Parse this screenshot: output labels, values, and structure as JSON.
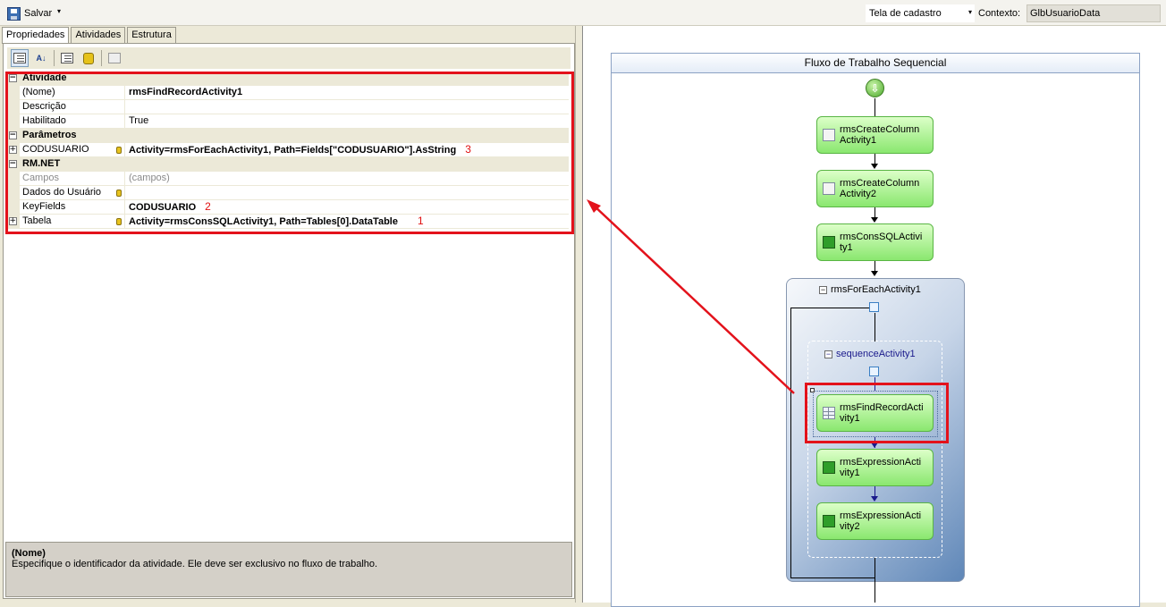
{
  "toolbar": {
    "save_label": "Salvar",
    "dropdown_glyph": "▾",
    "screen_select": "Tela de cadastro",
    "context_label": "Contexto:",
    "context_value": "GlbUsuarioData"
  },
  "tabs": [
    {
      "label": "Propriedades",
      "active": true
    },
    {
      "label": "Atividades",
      "active": false
    },
    {
      "label": "Estrutura",
      "active": false
    }
  ],
  "properties": {
    "cat_atividade": "Atividade",
    "nome_label": "(Nome)",
    "nome_value": "rmsFindRecordActivity1",
    "descricao_label": "Descrição",
    "habilitado_label": "Habilitado",
    "habilitado_value": "True",
    "cat_parametros": "Parâmetros",
    "codusuario_label": "CODUSUARIO",
    "codusuario_value": "Activity=rmsForEachActivity1, Path=Fields[\"CODUSUARIO\"].AsString",
    "codusuario_mark": "3",
    "cat_rmnet": "RM.NET",
    "campos_label": "Campos",
    "campos_value": "(campos)",
    "dados_label": "Dados do Usuário",
    "keyfields_label": "KeyFields",
    "keyfields_value": "CODUSUARIO",
    "keyfields_mark": "2",
    "tabela_label": "Tabela",
    "tabela_value": "Activity=rmsConsSQLActivity1, Path=Tables[0].DataTable",
    "tabela_mark": "1"
  },
  "description": {
    "title": "(Nome)",
    "text": "Especifique o identificador da atividade. Ele deve ser exclusivo no fluxo de trabalho."
  },
  "workflow": {
    "title": "Fluxo de Trabalho Sequencial",
    "activities": {
      "create1": "rmsCreateColumn\nActivity1",
      "create2": "rmsCreateColumn\nActivity2",
      "conssql": "rmsConsSQLActivi\nty1",
      "find": "rmsFindRecordActi\nvity1",
      "expr1": "rmsExpressionActi\nvity1",
      "expr2": "rmsExpressionActi\nvity2"
    },
    "foreach_label": "rmsForEachActivity1",
    "sequence_label": "sequenceActivity1"
  },
  "colors": {
    "highlight": "#e3121b",
    "activity_green": "#8ae76f",
    "foreach_blue": "#5f87b8"
  }
}
